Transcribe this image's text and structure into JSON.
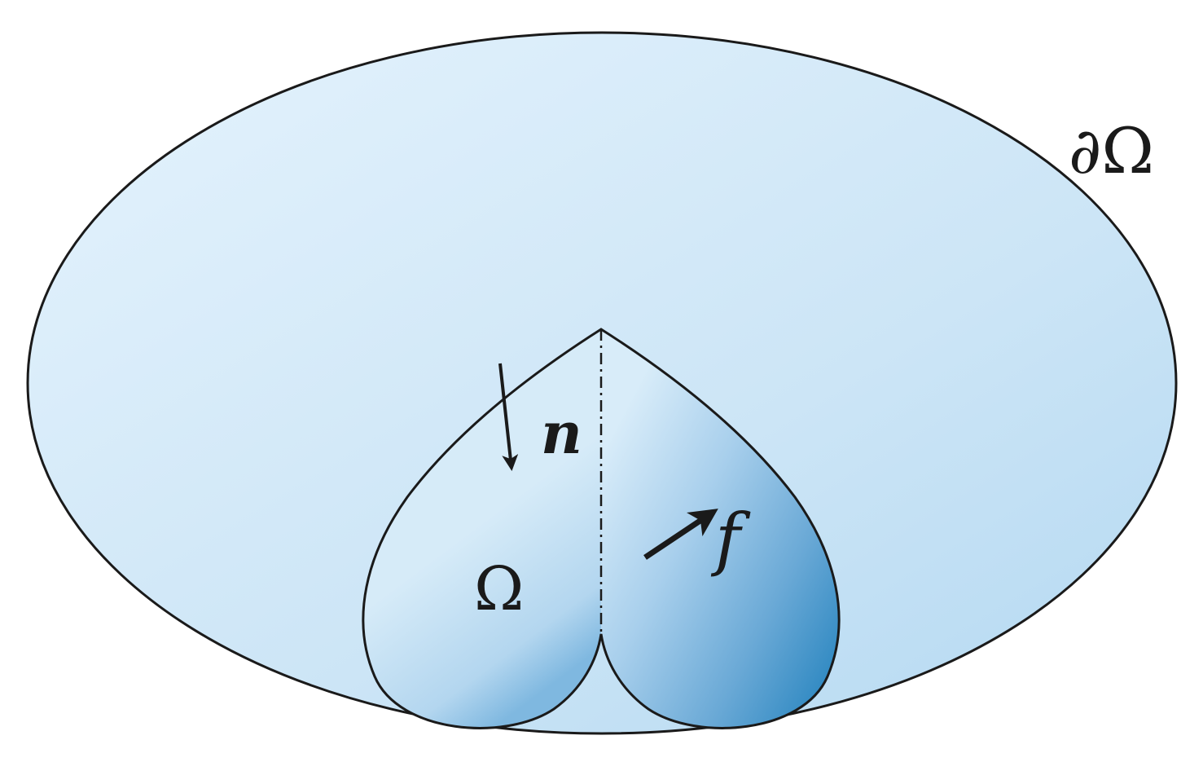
{
  "labels": {
    "boundary": "∂Ω",
    "domain": "Ω",
    "normal": "n",
    "force": "f"
  },
  "colors": {
    "fill_light": "#e3f2fc",
    "fill_mid": "#bcdcf2",
    "fill_dark": "#2a86c0",
    "stroke": "#1a1a1a"
  }
}
